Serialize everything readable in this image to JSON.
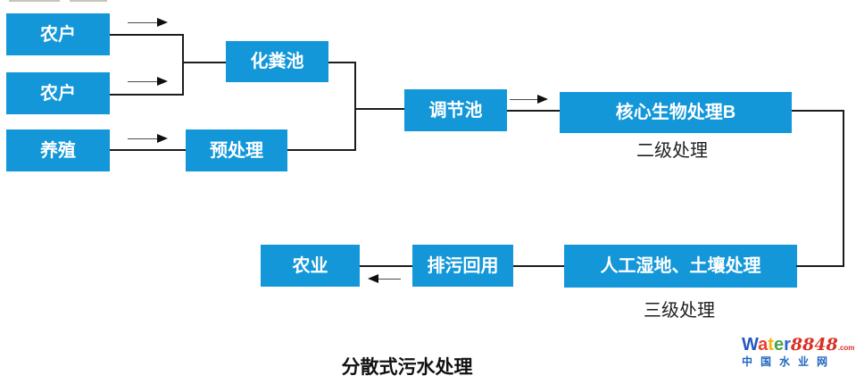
{
  "diagram": {
    "title": "分散式污水处理",
    "nodes": {
      "farm_household_1": "农户",
      "farm_household_2": "农户",
      "breeding": "养殖",
      "septic_tank": "化粪池",
      "pretreatment": "预处理",
      "regulating_tank": "调节池",
      "core_bio_treatment": "核心生物处理B",
      "wetland_soil": "人工湿地、土壤处理",
      "discharge_reuse": "排污回用",
      "agriculture": "农业"
    },
    "stage_labels": {
      "secondary": "二级处理",
      "tertiary": "三级处理"
    },
    "colors": {
      "node_fill": "#1397d8",
      "node_text": "#ffffff",
      "line": "#1c1c1c"
    }
  },
  "watermark": {
    "brand_letters": [
      {
        "char": "W",
        "color": "#2457c5"
      },
      {
        "char": "a",
        "color": "#e8442c"
      },
      {
        "char": "t",
        "color": "#f6b40f"
      },
      {
        "char": "e",
        "color": "#46a546"
      },
      {
        "char": "r",
        "color": "#2e64c8"
      }
    ],
    "brand_number": "8848",
    "brand_number_color": "#d93025",
    "brand_tld": ".com",
    "brand_tld_color": "#d93025",
    "site_name": "中国水业网",
    "site_name_color": "#2166c0"
  }
}
